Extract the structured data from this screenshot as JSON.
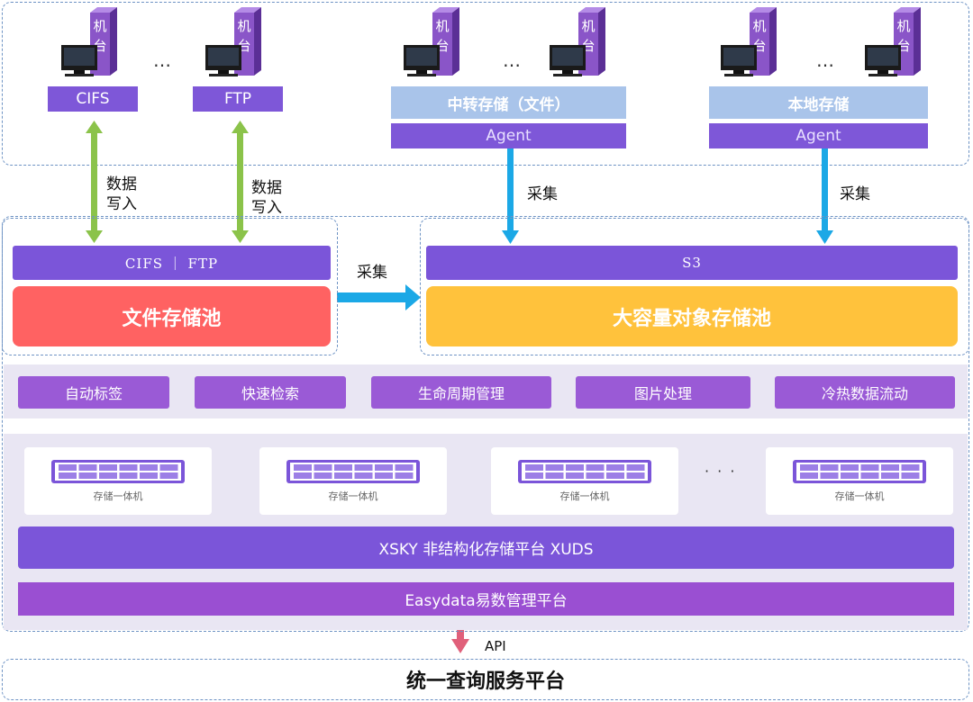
{
  "sources": {
    "left_group": {
      "labels": [
        "CIFS",
        "FTP"
      ],
      "ellipsis": "…",
      "machine_glyph": "机台",
      "arrow_text": "数据\n写入",
      "icon": "server-machine-icon"
    },
    "relay": {
      "label": "中转存储（文件）",
      "agent": "Agent",
      "ellipsis": "…",
      "arrow_text": "采集"
    },
    "local": {
      "label": "本地存储",
      "agent": "Agent",
      "ellipsis": "…",
      "arrow_text": "采集"
    }
  },
  "pools": {
    "file": {
      "protocol": "CIFS ｜ FTP",
      "name": "文件存储池",
      "color": "#ff6262"
    },
    "object": {
      "protocol": "S3",
      "name": "大容量对象存储池",
      "color": "#ffc23c"
    },
    "transfer_text": "采集"
  },
  "functions": [
    "自动标签",
    "快速检索",
    "生命周期管理",
    "图片处理",
    "冷热数据流动"
  ],
  "hardware": {
    "label": "存储一体机",
    "ellipsis": "· · ·",
    "icon": "storage-rack-icon"
  },
  "platform": {
    "xsky": "XSKY 非结构化存储平台 XUDS",
    "easydata": "Easydata易数管理平台",
    "api_label": "API",
    "query": "统一查询服务平台"
  },
  "colors": {
    "purple": "#7b55d9",
    "violet": "#9a4fd2",
    "light_blue": "#a9c4ea",
    "green_arrow": "#8bc34a",
    "blue_arrow": "#1ba8e6",
    "pink_arrow": "#e0607a",
    "band": "#e9e6f3"
  }
}
